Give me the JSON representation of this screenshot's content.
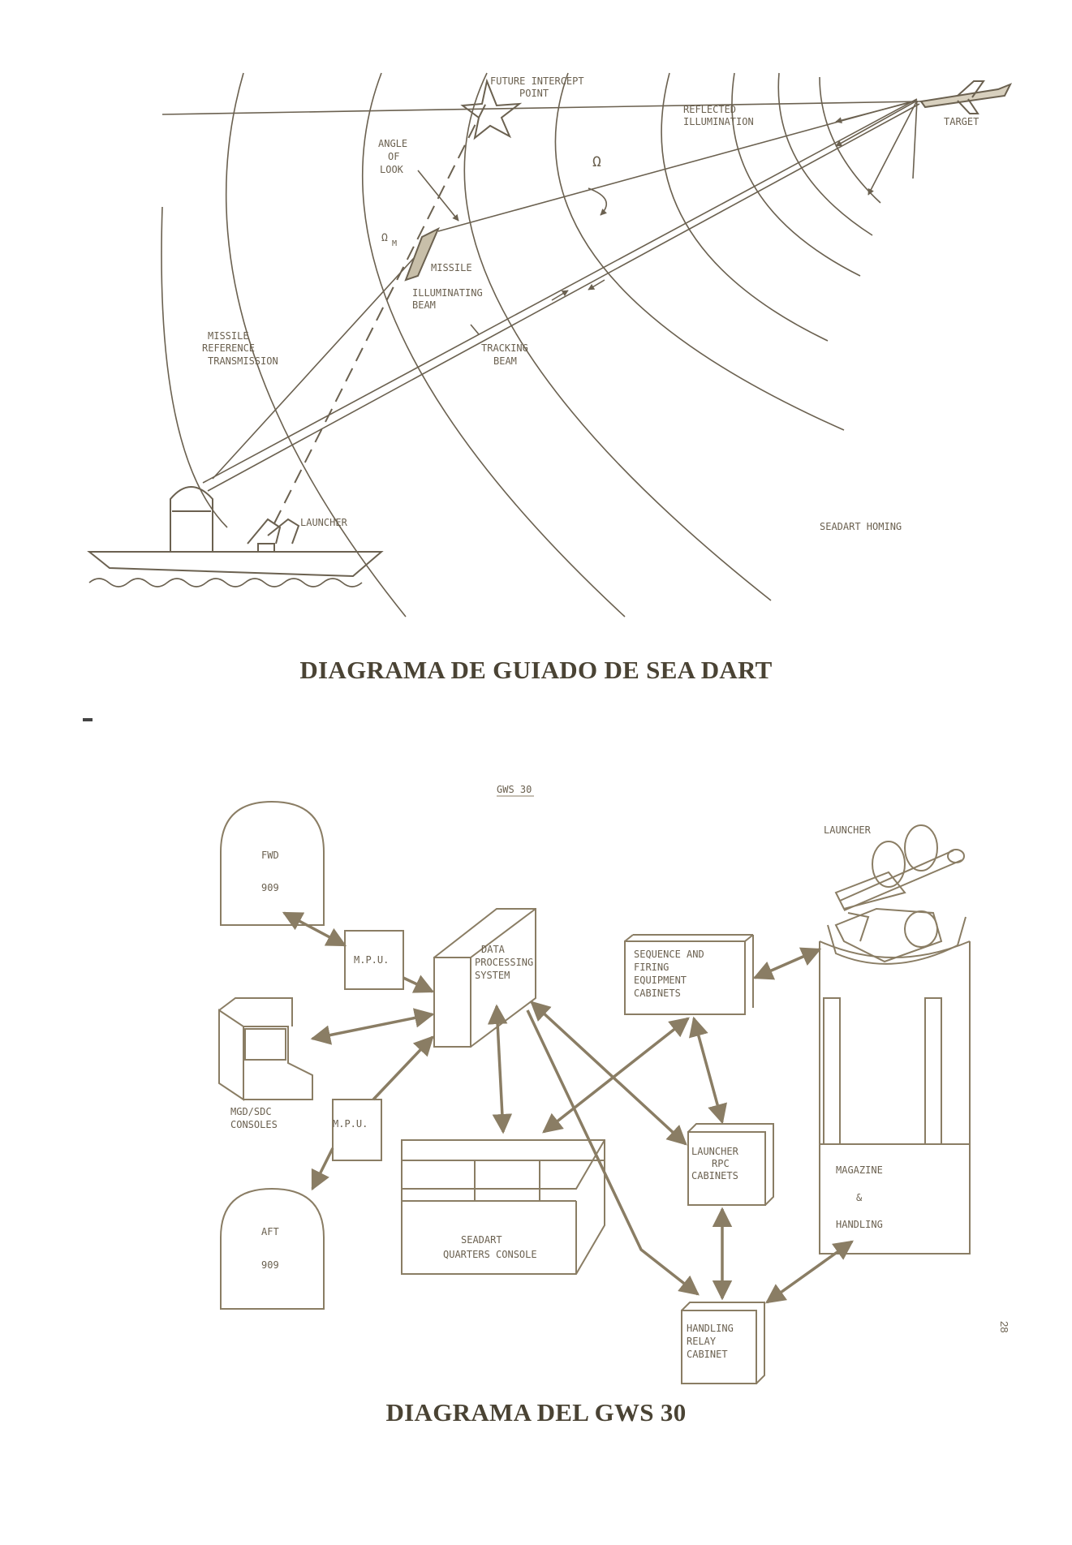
{
  "homing": {
    "future_intercept": [
      "FUTURE INTERCEPT",
      "POINT"
    ],
    "reflected": [
      "REFLECTED",
      "ILLUMINATION"
    ],
    "target": "TARGET",
    "angle_of_look": [
      "ANGLE",
      "OF",
      "LOOK"
    ],
    "omega": "Ω",
    "omega_m": "Ω",
    "omega_m_sub": "M",
    "missile": "MISSILE",
    "illuminating": [
      "ILLUMINATING",
      "BEAM"
    ],
    "missile_ref": [
      "MISSILE",
      "REFERENCE",
      "TRANSMISSION"
    ],
    "tracking": [
      "TRACKING",
      "BEAM"
    ],
    "launcher": "LAUNCHER",
    "seadart_homing": "SEADART HOMING"
  },
  "caption1": "DIAGRAMA DE GUIADO DE SEA DART",
  "gws": {
    "title": "GWS 30",
    "fwd": [
      "FWD",
      "909"
    ],
    "aft": [
      "AFT",
      "909"
    ],
    "mpu1": "M.P.U.",
    "mpu2": "M.P.U.",
    "consoles": [
      "MGD/SDC",
      "CONSOLES"
    ],
    "dps": [
      "DATA",
      "PROCESSING",
      "SYSTEM"
    ],
    "sequence": [
      "SEQUENCE AND",
      "FIRING",
      "EQUIPMENT",
      "CABINETS"
    ],
    "launcher": "LAUNCHER",
    "launcher_rpc": [
      "LAUNCHER",
      "RPC",
      "CABINETS"
    ],
    "magazine": [
      "MAGAZINE",
      "&",
      "HANDLING"
    ],
    "seadart_quarters": [
      "SEADART",
      "QUARTERS CONSOLE"
    ],
    "relay": [
      "HANDLING",
      "RELAY",
      "CABINET"
    ]
  },
  "caption2": "DIAGRAMA DEL GWS 30",
  "page_number": "28"
}
